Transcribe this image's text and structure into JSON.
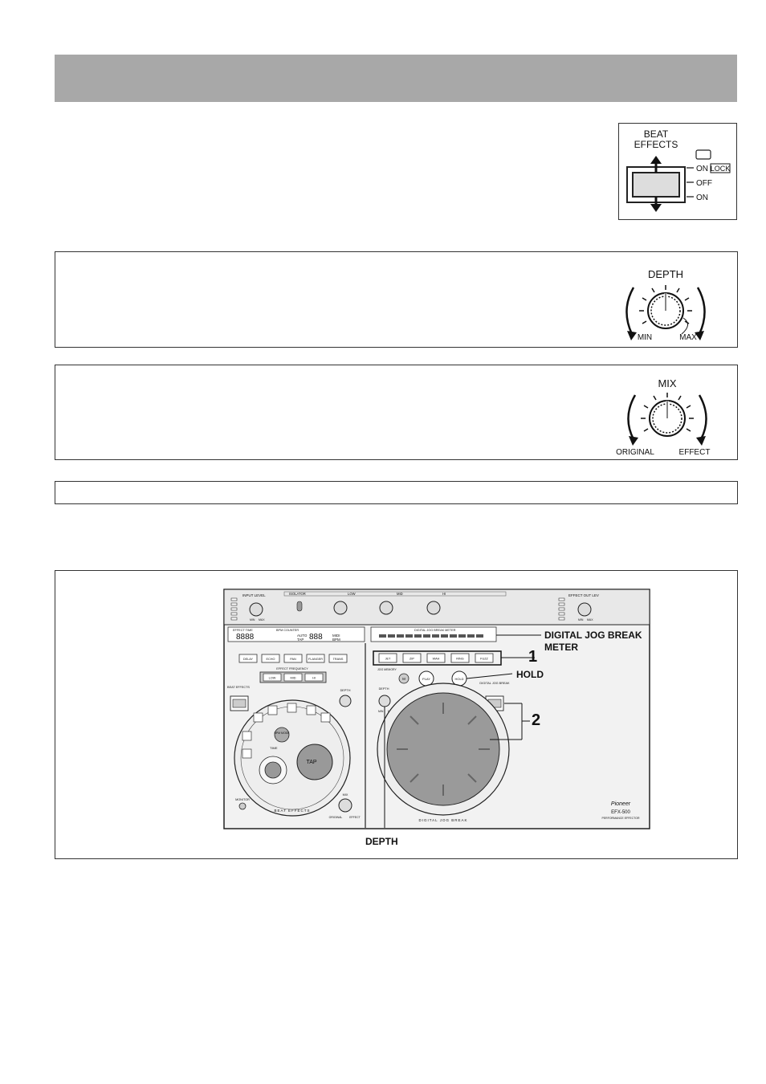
{
  "beat_effects_switch": {
    "title_line1": "BEAT",
    "title_line2": "EFFECTS",
    "positions": [
      "ON",
      "OFF",
      "ON"
    ],
    "lock_label": "LOCK"
  },
  "depth_knob": {
    "title": "DEPTH",
    "min_label": "MIN",
    "max_label": "MAX"
  },
  "mix_knob": {
    "title": "MIX",
    "left_label": "ORIGINAL",
    "right_label": "EFFECT"
  },
  "device_figure": {
    "callouts": {
      "meter_line1": "DIGITAL JOG BREAK",
      "meter_line2": "METER",
      "num1": "1",
      "hold": "HOLD",
      "num2": "2",
      "depth": "DEPTH"
    },
    "panel_text": {
      "input_level": "INPUT LEVEL",
      "isolator": "ISOLATOR",
      "low": "LOW",
      "mid": "MID",
      "hi": "HI",
      "effect_out_lev": "EFFECT OUT LEV",
      "effect_time": "EFFECT TIME",
      "bpm_counter": "BPM COUNTER",
      "auto": "AUTO",
      "tap": "TAP",
      "midi": "MIDI",
      "bpm": "BPM",
      "meter_title": "DIGITAL JOG BREAK METER",
      "fx_buttons": [
        "DELAY",
        "ECHO",
        "PAN",
        "FLANGER",
        "TRANS"
      ],
      "jog_buttons": [
        "JET",
        "ZIP",
        "WAH",
        "RING",
        "FUZZ"
      ],
      "effect_frequency": "EFFECT FREQUENCY",
      "freq_buttons": [
        "LOW",
        "MID",
        "HI"
      ],
      "jog_memory": "JOG MEMORY",
      "m": "M",
      "play": "PLAY",
      "hold_btn": "HOLD",
      "beat_effects": "BEAT EFFECTS",
      "digital_jog_break": "DIGITAL JOG BREAK",
      "depth": "DEPTH",
      "time": "TIME",
      "bpm_mode": "BPM MODE",
      "tap_big": "TAP",
      "monitor": "MONITOR",
      "mix": "MIX",
      "original": "ORIGINAL",
      "effect": "EFFECT",
      "brand": "Pioneer",
      "model": "EFX-500",
      "subtitle": "PERFORMANCE EFFECTOR",
      "min": "MIN",
      "max": "MAX"
    }
  }
}
